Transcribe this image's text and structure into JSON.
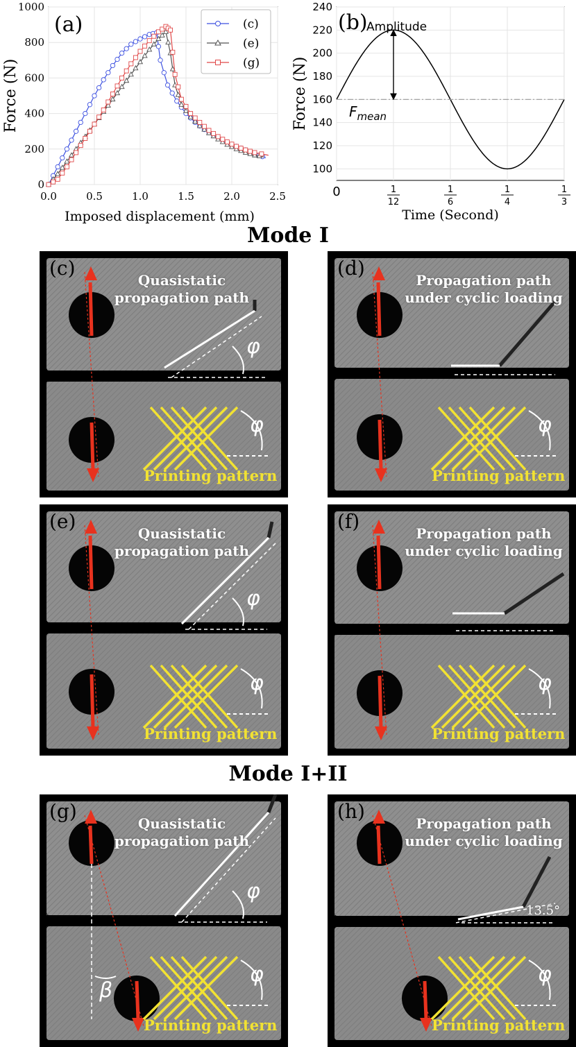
{
  "headings": {
    "mode1": "Mode I",
    "mode12": "Mode I+II"
  },
  "chart_data": [
    {
      "type": "line",
      "panel_label": "(a)",
      "xlabel": "Imposed displacement (mm)",
      "ylabel": "Force (N)",
      "xlim": [
        0,
        2.5
      ],
      "ylim": [
        0,
        1000
      ],
      "xticks": [
        "0.0",
        "0.5",
        "1.0",
        "1.5",
        "2.0",
        "2.5"
      ],
      "yticks": [
        "0",
        "200",
        "400",
        "600",
        "800",
        "1000"
      ],
      "grid": true,
      "legend_position": "top-right",
      "series": [
        {
          "name": "(c)",
          "color": "#3b4fe0",
          "marker": "circle",
          "x": [
            0,
            0.1,
            0.2,
            0.3,
            0.4,
            0.5,
            0.6,
            0.7,
            0.8,
            0.9,
            1.0,
            1.1,
            1.18,
            1.22,
            1.3,
            1.4,
            1.5,
            1.6,
            1.7,
            1.8,
            1.9,
            2.0,
            2.1,
            2.2,
            2.3,
            2.37
          ],
          "y": [
            0,
            100,
            200,
            300,
            400,
            500,
            590,
            670,
            740,
            790,
            820,
            845,
            855,
            700,
            560,
            470,
            400,
            350,
            310,
            280,
            250,
            225,
            205,
            185,
            165,
            150
          ]
        },
        {
          "name": "(e)",
          "color": "#505050",
          "marker": "triangle",
          "x": [
            0,
            0.1,
            0.2,
            0.3,
            0.4,
            0.5,
            0.6,
            0.7,
            0.8,
            0.9,
            1.0,
            1.1,
            1.2,
            1.28,
            1.33,
            1.38,
            1.45,
            1.55,
            1.65,
            1.75,
            1.85,
            1.95,
            2.05,
            2.15,
            2.25,
            2.35
          ],
          "y": [
            0,
            60,
            130,
            200,
            270,
            340,
            410,
            480,
            550,
            620,
            690,
            760,
            820,
            860,
            740,
            560,
            450,
            380,
            330,
            290,
            255,
            225,
            200,
            180,
            165,
            155
          ]
        },
        {
          "name": "(g)",
          "color": "#e04848",
          "marker": "square",
          "x": [
            0,
            0.1,
            0.2,
            0.3,
            0.4,
            0.5,
            0.6,
            0.7,
            0.8,
            0.9,
            1.0,
            1.1,
            1.2,
            1.28,
            1.33,
            1.38,
            1.45,
            1.55,
            1.65,
            1.75,
            1.85,
            1.95,
            2.05,
            2.15,
            2.25,
            2.4
          ],
          "y": [
            0,
            30,
            100,
            180,
            260,
            340,
            420,
            510,
            600,
            680,
            750,
            810,
            860,
            890,
            870,
            620,
            480,
            400,
            350,
            305,
            270,
            240,
            215,
            195,
            180,
            165
          ]
        }
      ]
    },
    {
      "type": "line",
      "panel_label": "(b)",
      "xlabel": "Time (Second)",
      "ylabel": "Force (N)",
      "ylim": [
        90,
        240
      ],
      "xlim": [
        0,
        0.3333
      ],
      "yticks": [
        "100",
        "120",
        "140",
        "160",
        "180",
        "200",
        "220",
        "240"
      ],
      "xticks": [
        {
          "label": "0",
          "value": 0
        },
        {
          "num": "1",
          "den": "12",
          "value": 0.08333
        },
        {
          "num": "1",
          "den": "6",
          "value": 0.16667
        },
        {
          "num": "1",
          "den": "4",
          "value": 0.25
        },
        {
          "num": "1",
          "den": "3",
          "value": 0.33333
        }
      ],
      "grid": true,
      "sine": {
        "mean": 160,
        "amplitude": 60,
        "period": 0.3333
      },
      "annotations": {
        "amplitude": "Amplitude",
        "mean_symbol": "F",
        "mean_sub": "mean"
      }
    }
  ],
  "panels": [
    {
      "label": "(c)",
      "text": "Quasistatic\npropagation path",
      "pattern": "Printing pattern",
      "angle": "φ"
    },
    {
      "label": "(d)",
      "text": "Propagation path\nunder cyclic loading",
      "pattern": "Printing pattern",
      "angle": "φ"
    },
    {
      "label": "(e)",
      "text": "Quasistatic\npropagation path",
      "pattern": "Printing pattern",
      "angle": "φ"
    },
    {
      "label": "(f)",
      "text": "Propagation path\nunder cyclic loading",
      "pattern": "Printing pattern",
      "angle": "φ"
    },
    {
      "label": "(g)",
      "text": "Quasistatic\npropagation path",
      "pattern": "Printing pattern",
      "angle": "φ",
      "beta": "β"
    },
    {
      "label": "(h)",
      "text": "Propagation path\nunder cyclic loading",
      "pattern": "Printing pattern",
      "angle": "φ",
      "deg": "13.5°"
    }
  ],
  "colors": {
    "arrow": "#e8321e",
    "pattern": "#f2e232",
    "specimen": "#8c8c8c"
  }
}
